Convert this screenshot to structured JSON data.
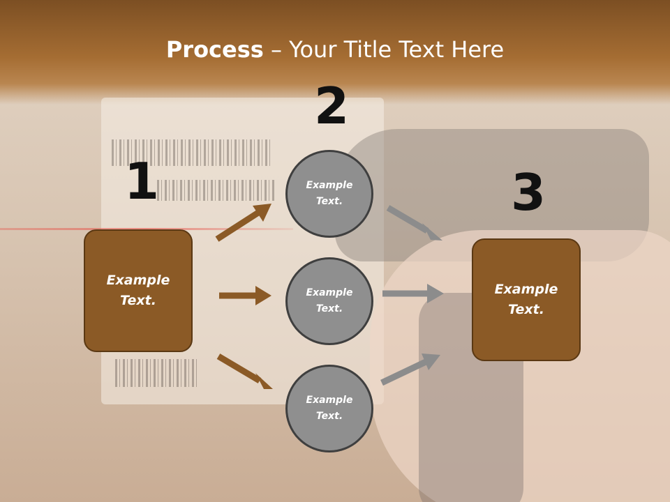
{
  "title": {
    "bold": "Process",
    "rest": " – Your Title Text Here"
  },
  "steps": [
    {
      "number": "1",
      "text": "Example Text."
    },
    {
      "number": "2",
      "text": "Example Text."
    },
    {
      "number": "3",
      "text": "Example Text."
    }
  ],
  "middle_items": [
    {
      "text": "Example Text."
    },
    {
      "text": "Example Text."
    },
    {
      "text": "Example Text."
    }
  ],
  "colors": {
    "brown": "#8b5a26",
    "gray": "#8f8f8f",
    "arrow_brown": "#8b5a26",
    "arrow_gray": "#8c8c8c"
  }
}
